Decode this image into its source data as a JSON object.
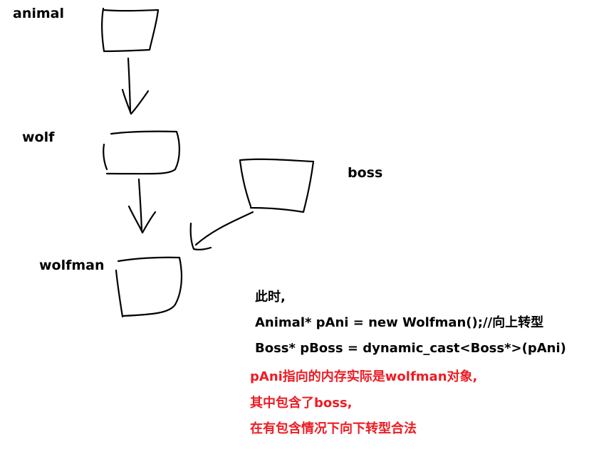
{
  "colors": {
    "ink": "#000000",
    "highlight": "#ed1c24"
  },
  "nodes": {
    "animal": {
      "label": "animal"
    },
    "wolf": {
      "label": "wolf"
    },
    "boss": {
      "label": "boss"
    },
    "wolfman": {
      "label": "wolfman"
    }
  },
  "notes": {
    "line1": "此时,",
    "line2": "Animal* pAni = new Wolfman();//向上转型",
    "line3": "Boss* pBoss = dynamic_cast<Boss*>(pAni)",
    "red1": "pAni指向的内存实际是wolfman对象,",
    "red2": "其中包含了boss,",
    "red3": "在有包含情况下向下转型合法"
  }
}
